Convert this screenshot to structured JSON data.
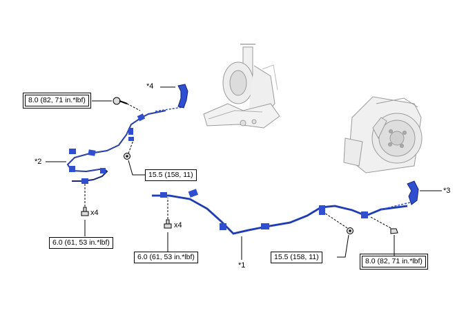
{
  "callouts": {
    "part1": "*1",
    "part2": "*2",
    "part3": "*3",
    "part4": "*4"
  },
  "torques": {
    "front_bracket_bolt": "8.0 (82, 71 in.*lbf)",
    "front_nut": "15.5 (158, 11)",
    "front_clamp_bolts": "6.0 (61, 53 in.*lbf)",
    "rear_clamp_bolts": "6.0 (61, 53 in.*lbf)",
    "rear_nut": "15.5 (158, 11)",
    "rear_bracket_bolt": "8.0 (82, 71 in.*lbf)"
  },
  "quantities": {
    "front_clamp_qty": "x4",
    "rear_clamp_qty": "x4"
  },
  "colors": {
    "cable_blue": "#2f4fd0",
    "cable_dark": "#16257a",
    "line": "#000000",
    "context_gray": "#8a8a8a"
  }
}
